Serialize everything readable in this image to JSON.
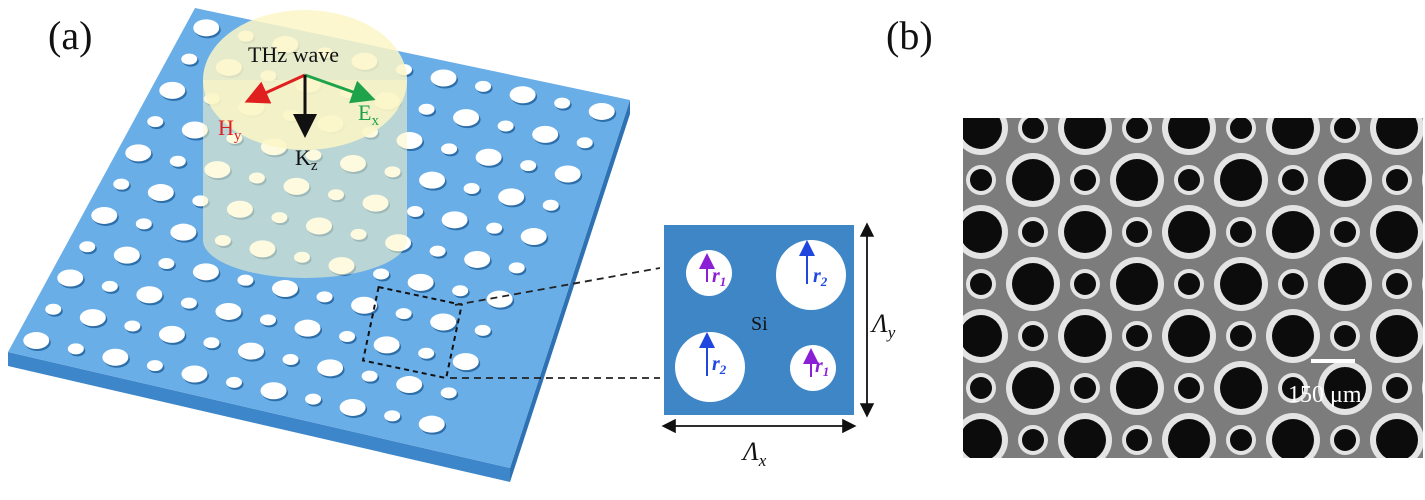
{
  "panel_a": {
    "label": "(a)",
    "wave": {
      "title": "THz wave",
      "h_main": "H",
      "h_sub": "y",
      "e_main": "E",
      "e_sub": "x",
      "k_main": "K",
      "k_sub": "z"
    },
    "unit_cell": {
      "material": "Si",
      "r": "r",
      "r1_sub": "1",
      "r2_sub": "2",
      "lambda": "Λ",
      "lambda_x_sub": "x",
      "lambda_y_sub": "y"
    }
  },
  "panel_b": {
    "label": "(b)",
    "scale_bar": "150 μm"
  },
  "colors": {
    "slab": "#6aaee8",
    "slab_edge": "#3d86c9",
    "cell": "#3f86c6",
    "beam": "#fbf6c6",
    "h_arrow": "#e0201e",
    "e_arrow": "#1fa34a",
    "r1_arrow": "#8a1fd6",
    "r2_arrow": "#1f47e0",
    "sem_bg": "#7c7c7c"
  }
}
